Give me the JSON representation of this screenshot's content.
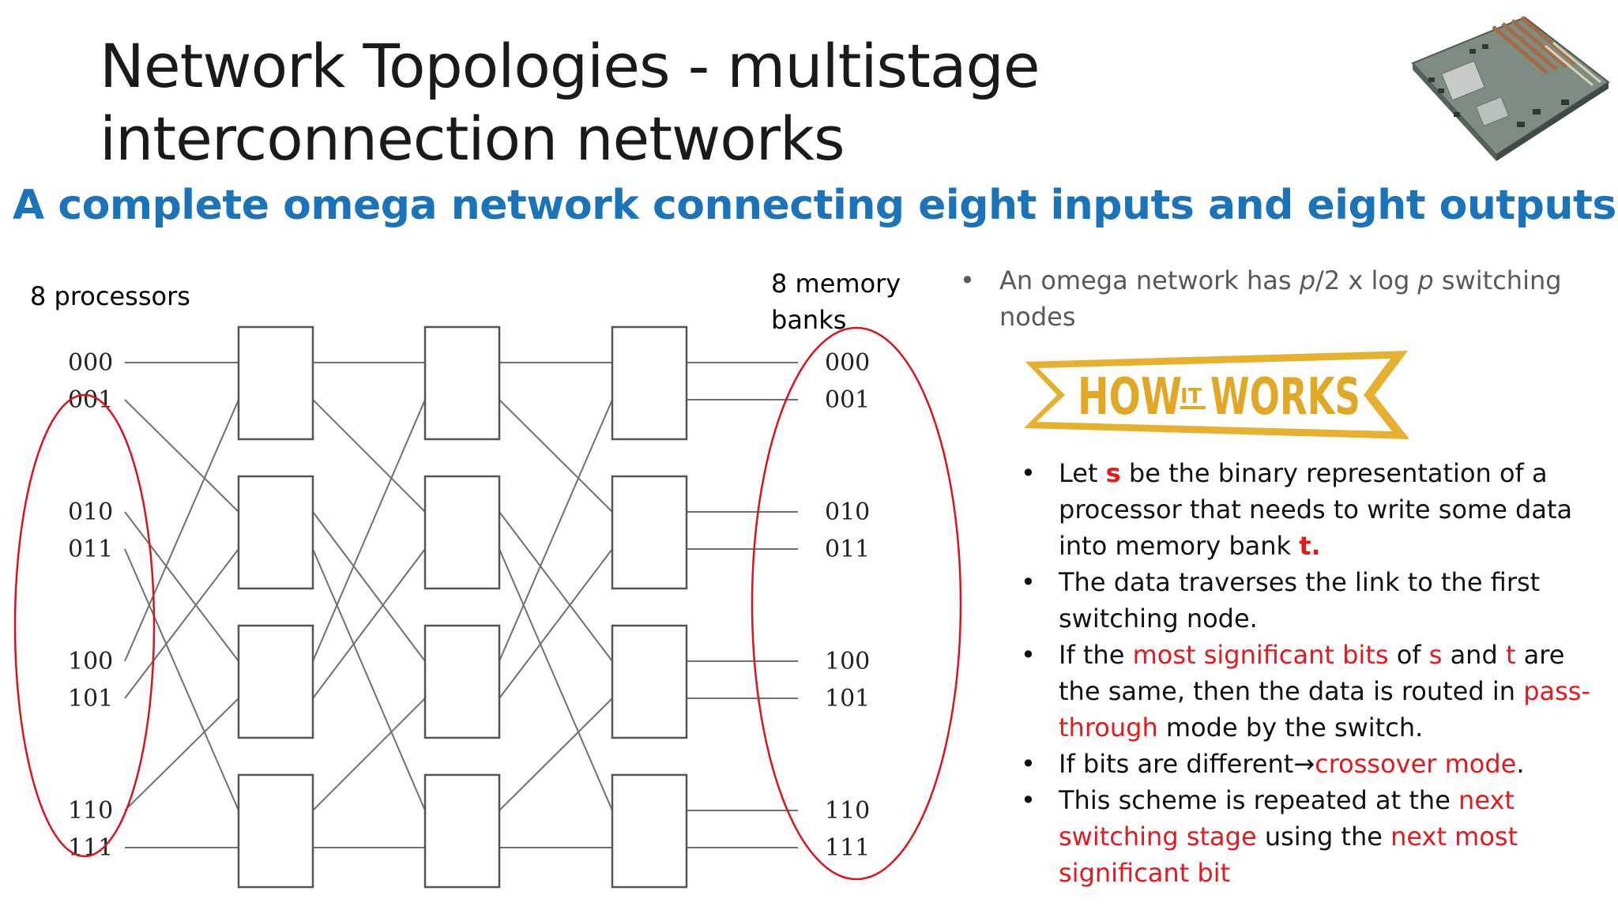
{
  "slide": {
    "title": "Network Topologies - multistage interconnection networks",
    "subtitle": "A complete omega network connecting eight inputs and eight outputs"
  },
  "diagram": {
    "processors_label": "8 processors",
    "memory_label_line1": "8 memory",
    "memory_label_line2": "banks",
    "input_labels": [
      "000",
      "001",
      "010",
      "011",
      "100",
      "101",
      "110",
      "111"
    ],
    "output_labels": [
      "000",
      "001",
      "010",
      "011",
      "100",
      "101",
      "110",
      "111"
    ],
    "stages": 3,
    "switches_per_stage": 4,
    "highlight_color": "#d9141b"
  },
  "notes": {
    "intro": {
      "prefix": "An omega network has ",
      "p1": "p",
      "mid": "/2 x log ",
      "p2": "p",
      "suffix": " switching nodes"
    },
    "banner": {
      "how": "HOW",
      "it": "IT",
      "works": "WORKS",
      "color": "#e6b12e"
    },
    "steps": {
      "s1_a": "Let ",
      "s1_s": "s",
      "s1_b": " be the binary representation of a processor that needs to write some data into memory bank ",
      "s1_t": "t.",
      "s2": "The data traverses the link to the first switching node.",
      "s3_a": "If the ",
      "s3_msb": "most significant bits",
      "s3_b": " of ",
      "s3_s": "s",
      "s3_c": " and ",
      "s3_t": "t",
      "s3_d": " are the same, then the data is routed in ",
      "s3_pass": "pass-through",
      "s3_e": " mode by the switch.",
      "s4_a": "If bits are different",
      "s4_arrow": "→",
      "s4_cross": "crossover mode",
      "s4_end": ".",
      "s5_a": "This scheme is repeated at the ",
      "s5_next": "next switching stage",
      "s5_b": " using the ",
      "s5_nms": "next most significant bit"
    },
    "accent_red": "#e3191c",
    "bullet": "•"
  }
}
